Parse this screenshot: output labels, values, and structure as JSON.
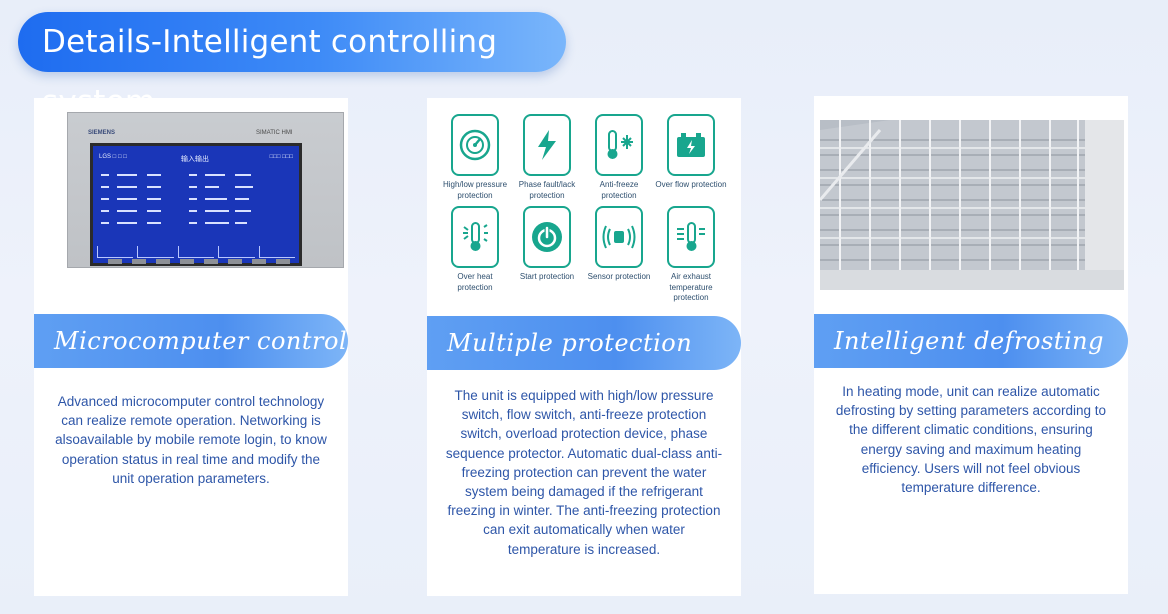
{
  "title": "Details-Intelligent controlling system",
  "cards": [
    {
      "heading": "Microcomputer control",
      "description": "Advanced microcomputer control technology can realize remote operation. Networking is alsoavailable by mobile remote login, to know operation status in real time and modify the unit operation parameters.",
      "image": {
        "brand": "SIEMENS",
        "model": "SIMATIC HMI",
        "screen_title": "输入输出"
      }
    },
    {
      "heading": "Multiple protection",
      "description": "The unit is equipped with high/low pressure switch, flow switch, anti-freeze protection switch, overload protection device, phase sequence protector. Automatic dual-class anti-freezing protection can prevent the water system being damaged if the refrigerant freezing in winter. The anti-freezing protection can exit automatically when water temperature is increased.",
      "protections": [
        {
          "icon": "pressure-gauge-icon",
          "label": "High/low pressure protection"
        },
        {
          "icon": "lightning-icon",
          "label": "Phase fault/lack protection"
        },
        {
          "icon": "thermometer-snowflake-icon",
          "label": "Anti-freeze protection"
        },
        {
          "icon": "battery-icon",
          "label": "Over flow protection"
        },
        {
          "icon": "thermometer-sun-icon",
          "label": "Over heat protection"
        },
        {
          "icon": "power-icon",
          "label": "Start protection"
        },
        {
          "icon": "sensor-icon",
          "label": "Sensor protection"
        },
        {
          "icon": "air-exhaust-icon",
          "label": "Air exhaust temperature protection"
        }
      ],
      "icon_color": "#18a68e"
    },
    {
      "heading": "Intelligent defrosting",
      "description": "In heating mode, unit can realize automatic defrosting by setting parameters according to the different climatic conditions, ensuring energy saving and maximum heating efficiency. Users will not feel obvious temperature difference."
    }
  ],
  "colors": {
    "accent": "#1e6cf0",
    "banner": "#5f9ff3",
    "text": "#2e56a8"
  }
}
